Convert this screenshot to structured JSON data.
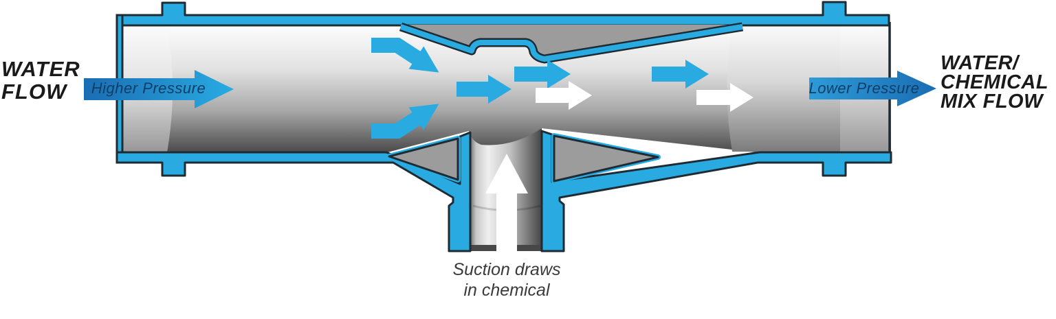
{
  "diagram": {
    "type": "venturi-injector-cross-section",
    "labels": {
      "water_flow": [
        "WATER",
        "FLOW"
      ],
      "mix_flow": [
        "WATER/",
        "CHEMICAL",
        "MIX FLOW"
      ],
      "higher_pressure": "Higher Pressure",
      "lower_pressure": "Lower Pressure",
      "suction": [
        "Suction draws",
        "in chemical"
      ]
    },
    "arrows": {
      "inlet_label_arrow": "right-arrow, dark-to-light blue gradient",
      "outlet_label_arrow": "right-arrow, light-to-dark blue gradient",
      "internal_blue_arrows": 5,
      "internal_white_arrows": 3,
      "suction_arrow": "white up-arrow",
      "flow_direction": "left-to-right"
    },
    "colors": {
      "pipe_blue": "#29ABE2",
      "arrow_dark_blue": "#1B6DB3",
      "outline_dark": "#1E2B33",
      "wall_gray": "#9C9C9C",
      "label_text": "#1A1A1A",
      "pressure_text": "#0E3E66",
      "caption_text": "#3A3A3A"
    }
  }
}
